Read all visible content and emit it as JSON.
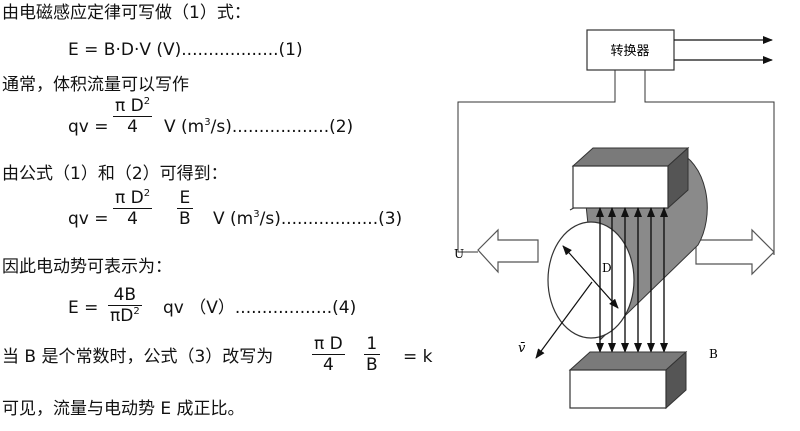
{
  "text": {
    "intro": "由电磁感应定律可写做（1）式：",
    "eq1": "E = B·D·V (V)..................(1)",
    "usually": "通常，体积流量可以写作",
    "eq2_lhs": "qv =",
    "eq2_num": "π D",
    "eq2_num_sup": "2",
    "eq2_den": "4",
    "eq2_rhs": "V  (m",
    "eq2_rhs_sup": "3",
    "eq2_rhs_end": "/s)..................(2)",
    "from_formulas": "由公式（1）和（2）可得到：",
    "eq3_lhs": "qv =",
    "eq3_num1": "π D",
    "eq3_num1_sup": "2",
    "eq3_den1": "4",
    "eq3_num2": "E",
    "eq3_den2": "B",
    "eq3_rhs": "V  (m",
    "eq3_rhs_sup": "3",
    "eq3_rhs_end": "/s)..................(3)",
    "therefore_emf": "因此电动势可表示为：",
    "eq4_lhs": "E =",
    "eq4_num": "4B",
    "eq4_den": "πD",
    "eq4_den_sup": "2",
    "eq4_rhs": "qv （V）..................(4)",
    "when_b_const": "当 B 是个常数时，公式（3）改写为",
    "eqk_num1": "π D",
    "eqk_den1": "4",
    "eqk_num2": "1",
    "eqk_den2": "B",
    "eqk_rhs": "= k",
    "conclusion": "可见，流量与电动势 E 成正比。"
  },
  "diagram": {
    "converter_label": "转换器",
    "label_U": "U",
    "label_D": "D",
    "label_v": "v̄",
    "label_B": "B",
    "magnet_fill": "#7a7a7a",
    "pipe_fill": "#8a8a8a"
  }
}
